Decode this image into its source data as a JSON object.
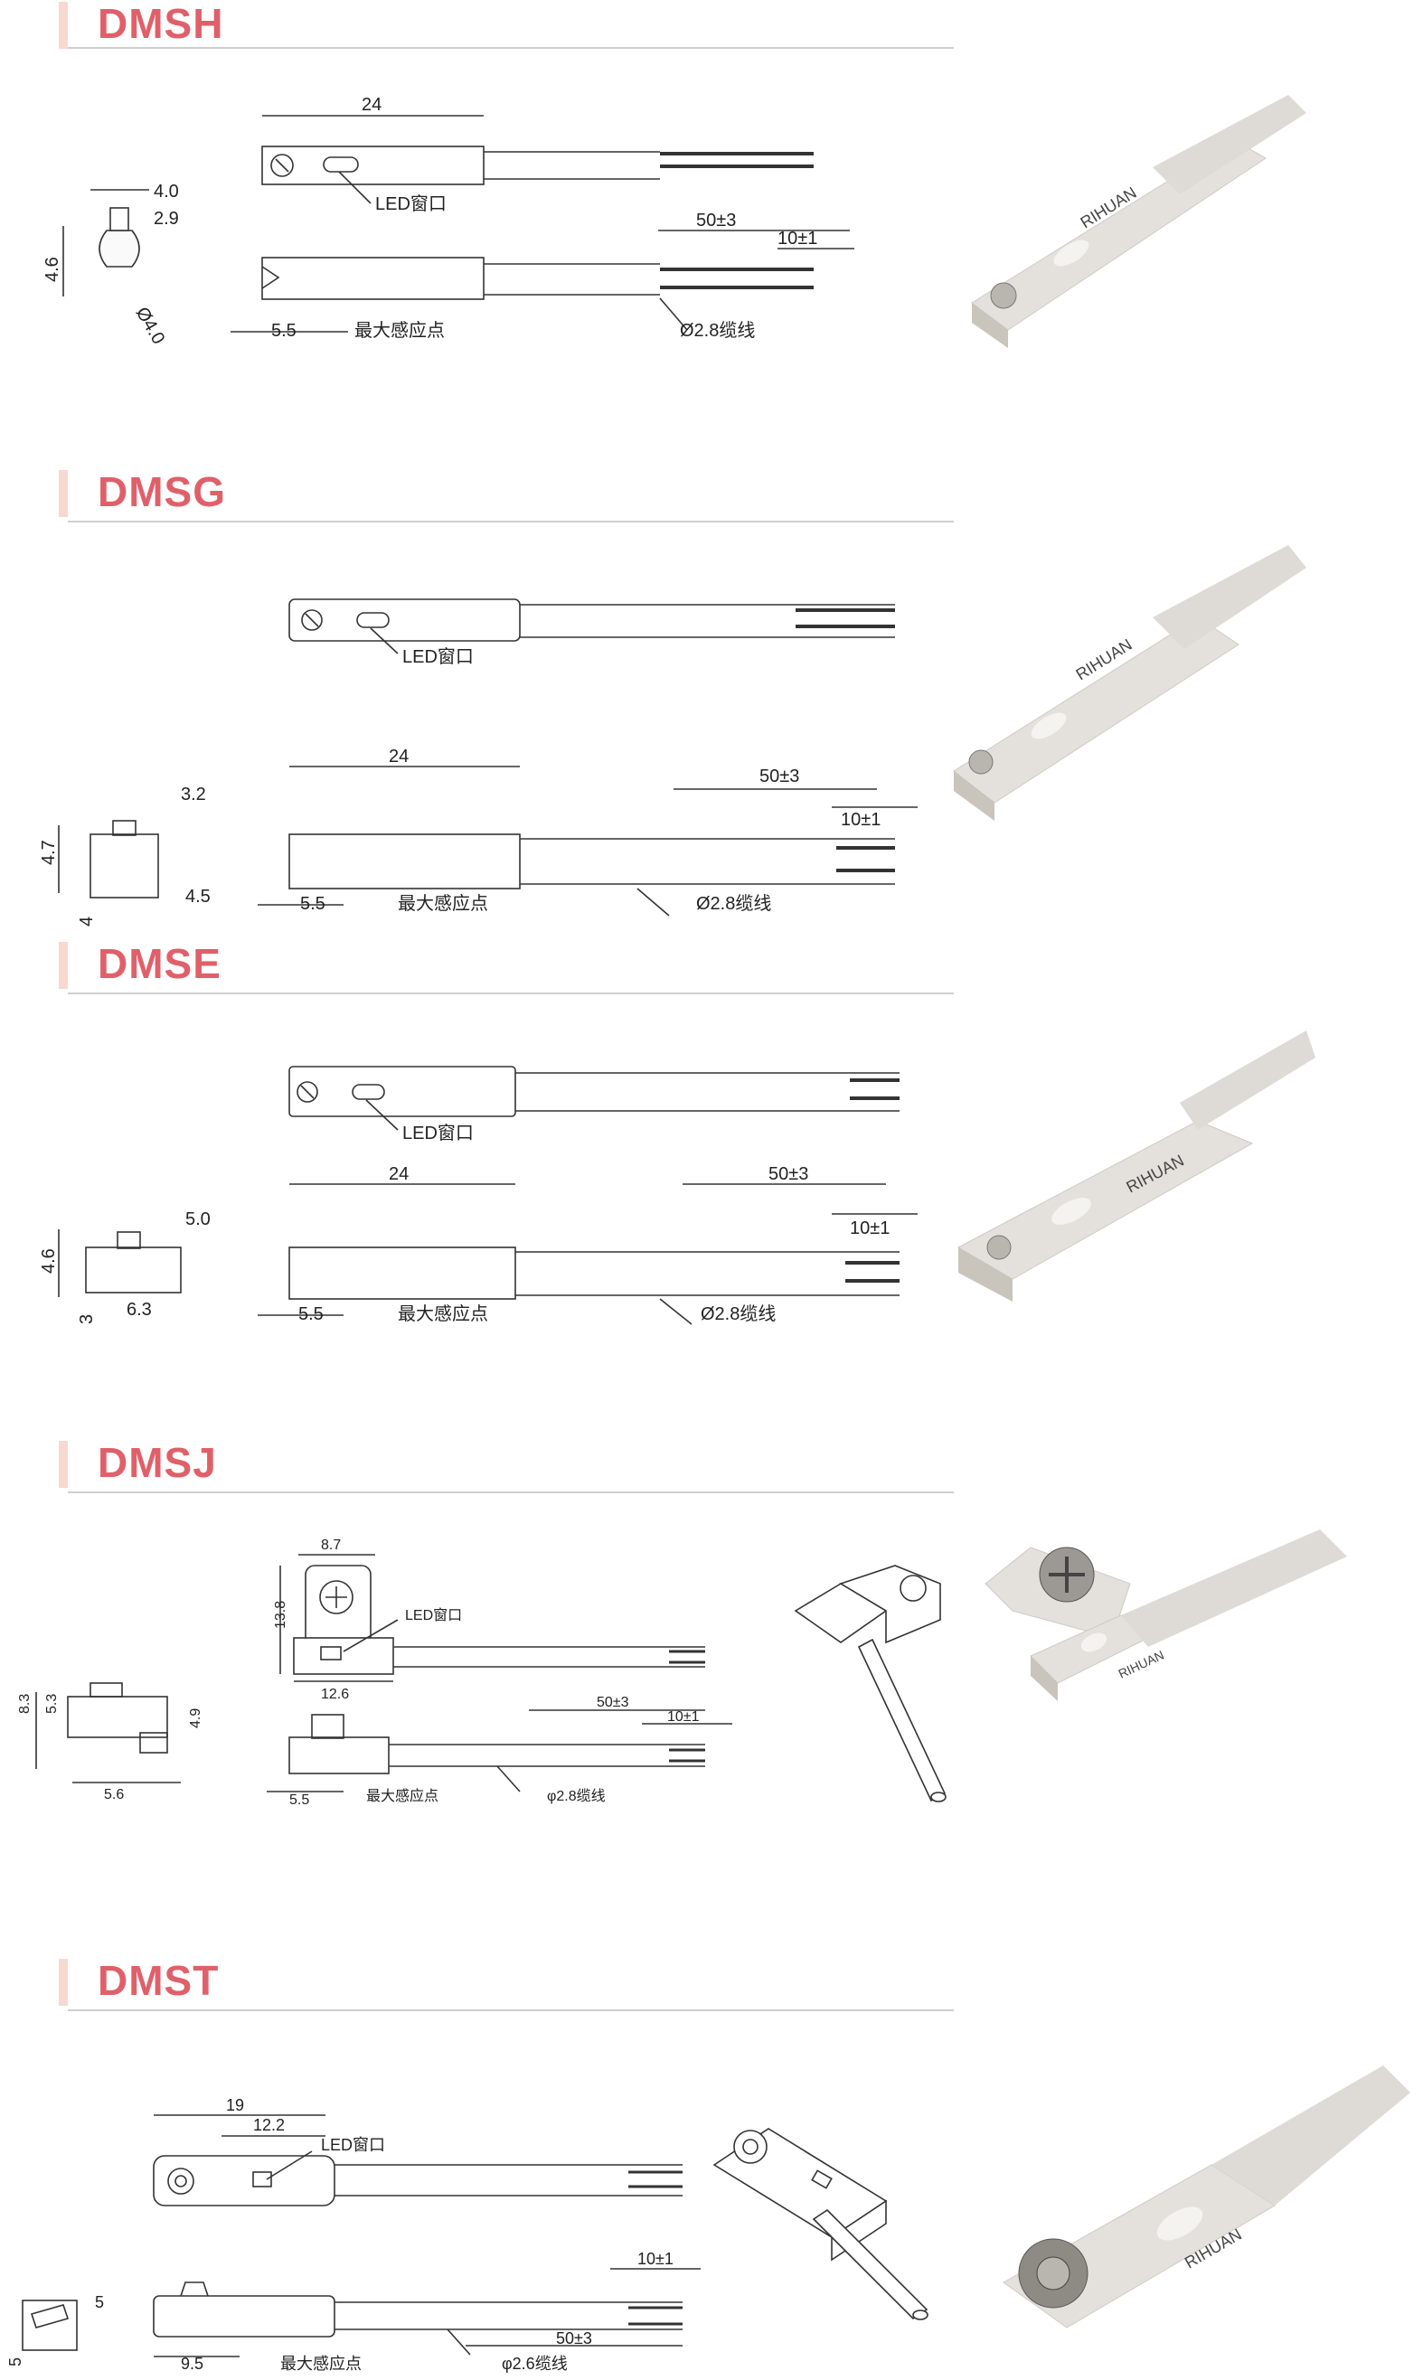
{
  "sections": [
    {
      "title": "DMSH",
      "led_label": "LED窗口",
      "dim_total": "24",
      "dim_lead": "50±3",
      "dim_tip": "10±1",
      "dim_sense": "5.5",
      "sense_label": "最大感应点",
      "cable_label": "Ø2.8缆线",
      "side_dims": [
        "4.0",
        "2.9",
        "4.6",
        "Ø4.0"
      ],
      "brand": "RIHUAN"
    },
    {
      "title": "DMSG",
      "led_label": "LED窗口",
      "dim_total": "24",
      "dim_lead": "50±3",
      "dim_tip": "10±1",
      "dim_sense": "5.5",
      "sense_label": "最大感应点",
      "cable_label": "Ø2.8缆线",
      "side_dims": [
        "3.2",
        "4.7",
        "4",
        "4.5"
      ],
      "brand": "RIHUAN"
    },
    {
      "title": "DMSE",
      "led_label": "LED窗口",
      "dim_total": "24",
      "dim_lead": "50±3",
      "dim_tip": "10±1",
      "dim_sense": "5.5",
      "sense_label": "最大感应点",
      "cable_label": "Ø2.8缆线",
      "side_dims": [
        "5.0",
        "4.6",
        "3",
        "6.3"
      ],
      "brand": "RIHUAN"
    },
    {
      "title": "DMSJ",
      "led_label": "LED窗口",
      "dim_width": "8.7",
      "dim_height": "13.8",
      "dim_base": "12.6",
      "dim_lead": "50±3",
      "dim_tip": "10±1",
      "dim_sense": "5.5",
      "sense_label": "最大感应点",
      "cable_label": "φ2.8缆线",
      "side_dims": [
        "8.3",
        "5.3",
        "4.9",
        "5.6"
      ],
      "brand": "RIHUAN"
    },
    {
      "title": "DMST",
      "led_label": "LED窗口",
      "dim_total": "19",
      "dim_window": "12.2",
      "dim_lead": "50±3",
      "dim_tip": "10±1",
      "dim_sense": "9.5",
      "sense_label": "最大感应点",
      "cable_label": "φ2.6缆线",
      "side_dims": [
        "5",
        "5"
      ],
      "brand": "RIHUAN"
    }
  ]
}
